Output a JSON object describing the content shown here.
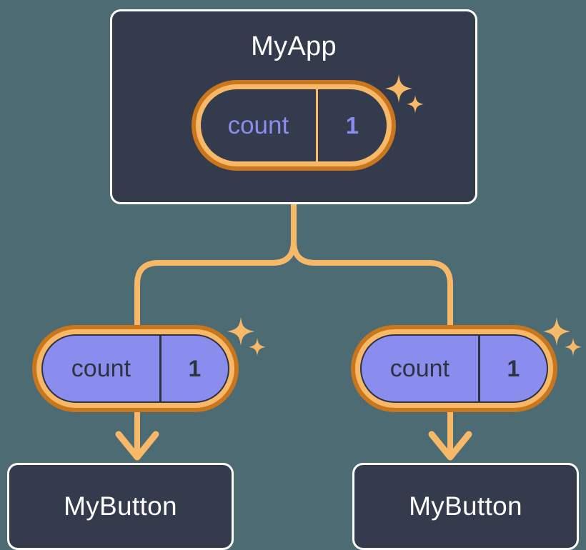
{
  "diagram": {
    "title": "MyApp component tree with shared count state",
    "background_color": "#4d6b72",
    "accent_color": "#f7b968",
    "ring_outer_color": "#c9761c",
    "state_color": "#8a8dee",
    "node_fill_color": "#333b4c",
    "node_border_color": "#ffffff"
  },
  "root": {
    "label": "MyApp",
    "state": {
      "key": "count",
      "value": "1",
      "sparkle_icon": "sparkle-icon"
    }
  },
  "branches": [
    {
      "state": {
        "key": "count",
        "value": "1",
        "sparkle_icon": "sparkle-icon"
      },
      "child": {
        "label": "MyButton"
      }
    },
    {
      "state": {
        "key": "count",
        "value": "1",
        "sparkle_icon": "sparkle-icon"
      },
      "child": {
        "label": "MyButton"
      }
    }
  ],
  "connectors": {
    "tree_split_icon": "tree-branch-connector",
    "arrow_icon": "arrow-down-icon"
  }
}
